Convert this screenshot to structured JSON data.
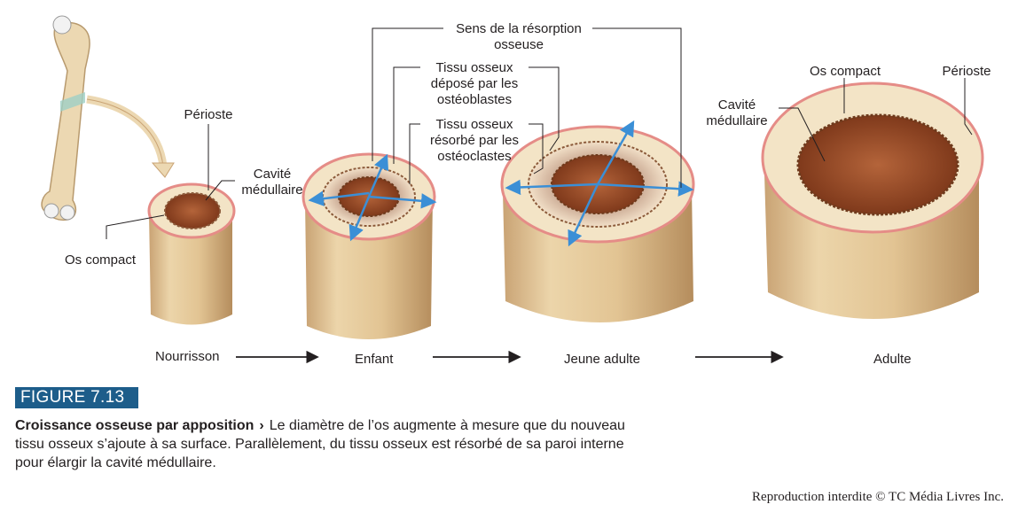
{
  "labels": {
    "infant_periosteum": "Périoste",
    "infant_cavity": "Cavité\nmédullaire",
    "infant_compact": "Os compact",
    "resorption_direction": "Sens de la résorption\nosseuse",
    "tissue_deposited": "Tissu osseux\ndéposé par les\nostéoblastes",
    "tissue_resorbed": "Tissu osseux\nrésorbé par les\nostéoclastes",
    "adult_compact": "Os compact",
    "adult_periosteum": "Périoste",
    "adult_cavity": "Cavité\nmédullaire"
  },
  "stages": [
    "Nourrisson",
    "Enfant",
    "Jeune adulte",
    "Adulte"
  ],
  "figure": {
    "number": "FIGURE 7.13",
    "title": "Croissance osseuse par apposition",
    "arrow": "›",
    "text": "Le diamètre de l’os augmente à mesure que du nouveau tissu osseux s’ajoute à sa surface. Parallèlement, du tissu osseux est résorbé de sa paroi interne pour élargir la cavité médullaire."
  },
  "credit": "Reproduction interdite © TC Média Livres Inc.",
  "colors": {
    "bone": "#e8cfa0",
    "bone_light": "#f6ebd2",
    "marrow": "#9a4a26",
    "periosteum": "#e58c87",
    "arrow_blue": "#3b8fd6",
    "badge": "#1d5d8a"
  }
}
